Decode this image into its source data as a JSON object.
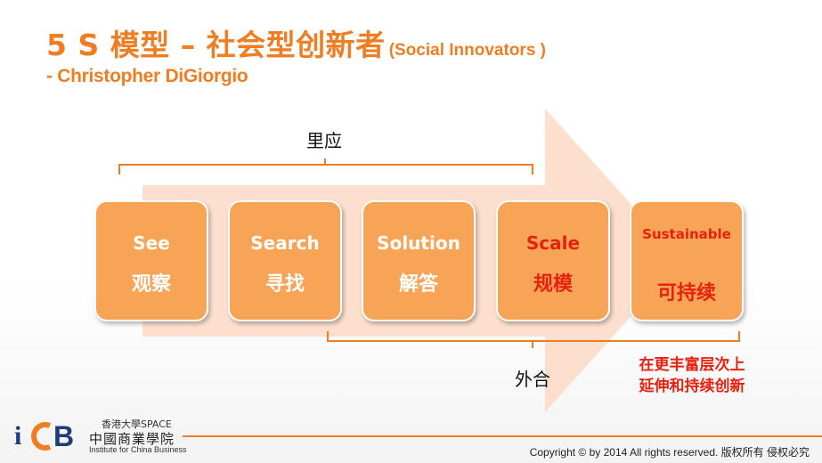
{
  "slide": {
    "title": "5 S 模型 – 社会型创新者",
    "title_en": "(Social Innovators )",
    "subtitle": "- Christopher DiGiorgio"
  },
  "labels": {
    "inner": "里应",
    "outer": "外合"
  },
  "stages": [
    {
      "en": "See",
      "zh": "观察"
    },
    {
      "en": "Search",
      "zh": "寻找"
    },
    {
      "en": "Solution",
      "zh": "解答"
    },
    {
      "en": "Scale",
      "zh": "规模"
    },
    {
      "en": "Sustainable",
      "zh": "可持续"
    }
  ],
  "note": {
    "line1": "在更丰富层次上",
    "line2": "延伸和持续创新"
  },
  "logo": {
    "line1": "香港大學SPACE",
    "line2": "中國商業學院",
    "line3": "Institute for China Business"
  },
  "footer": {
    "copyright": "Copyright © by 2014 All rights reserved. 版权所有 侵权必究"
  },
  "colors": {
    "accent": "#ef7d22",
    "box": "#f7a456",
    "arrow": "#fbd9c4",
    "highlight": "#e8200f",
    "logo": "#1e3d7b"
  }
}
